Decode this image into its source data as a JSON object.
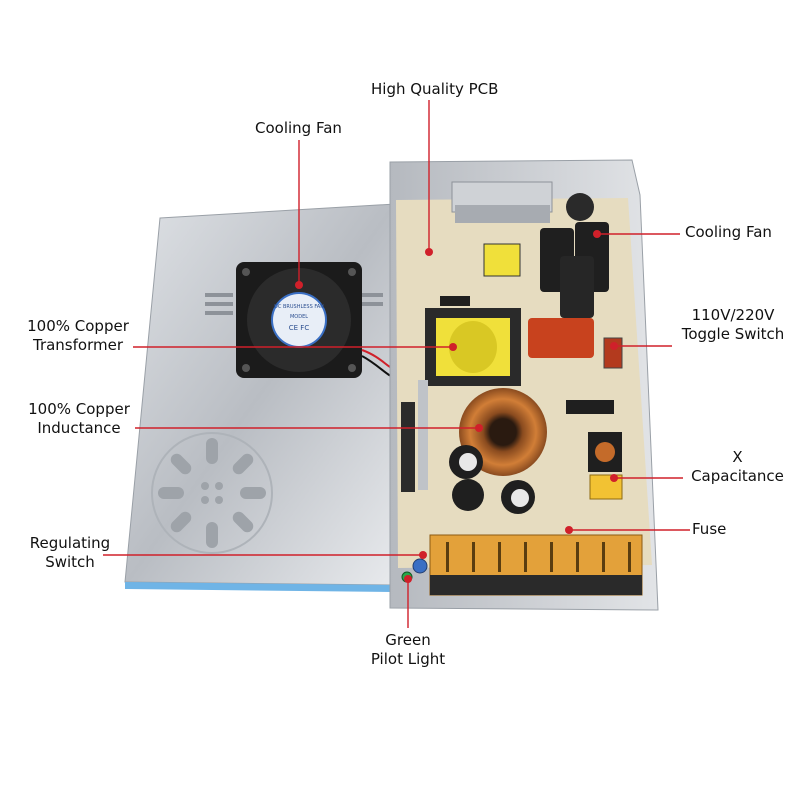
{
  "annotations": {
    "high_quality_pcb": [
      "High Quality PCB"
    ],
    "cooling_fan_left": [
      "Cooling Fan"
    ],
    "cooling_fan_right": [
      "Cooling Fan"
    ],
    "copper_transformer": [
      "100% Copper",
      "Transformer"
    ],
    "toggle_switch": [
      "110V/220V",
      "Toggle Switch"
    ],
    "copper_inductance": [
      "100% Copper",
      "Inductance"
    ],
    "x_capacitance": [
      "X",
      "Capacitance"
    ],
    "fuse": [
      "Fuse"
    ],
    "regulating_switch": [
      "Regulating",
      "Switch"
    ],
    "green_pilot_light": [
      "Green",
      "Pilot Light"
    ]
  },
  "fan_sticker": [
    "DC BRUSHLESS FAN",
    "MODEL",
    "CE FC"
  ],
  "colors": {
    "leader_line": "#d0202a",
    "pointer_dot": "#d0202a",
    "case_metal": "#c9ccd1",
    "pcb": "#e6dcc0",
    "fan_body": "#1b1b1b",
    "terminal_block": "#e3a13a",
    "transformer_core": "#f0e03a",
    "inductor_copper": "#c46b2a",
    "x_capacitor": "#f2c233",
    "case_edge": "#6fb4e6"
  }
}
